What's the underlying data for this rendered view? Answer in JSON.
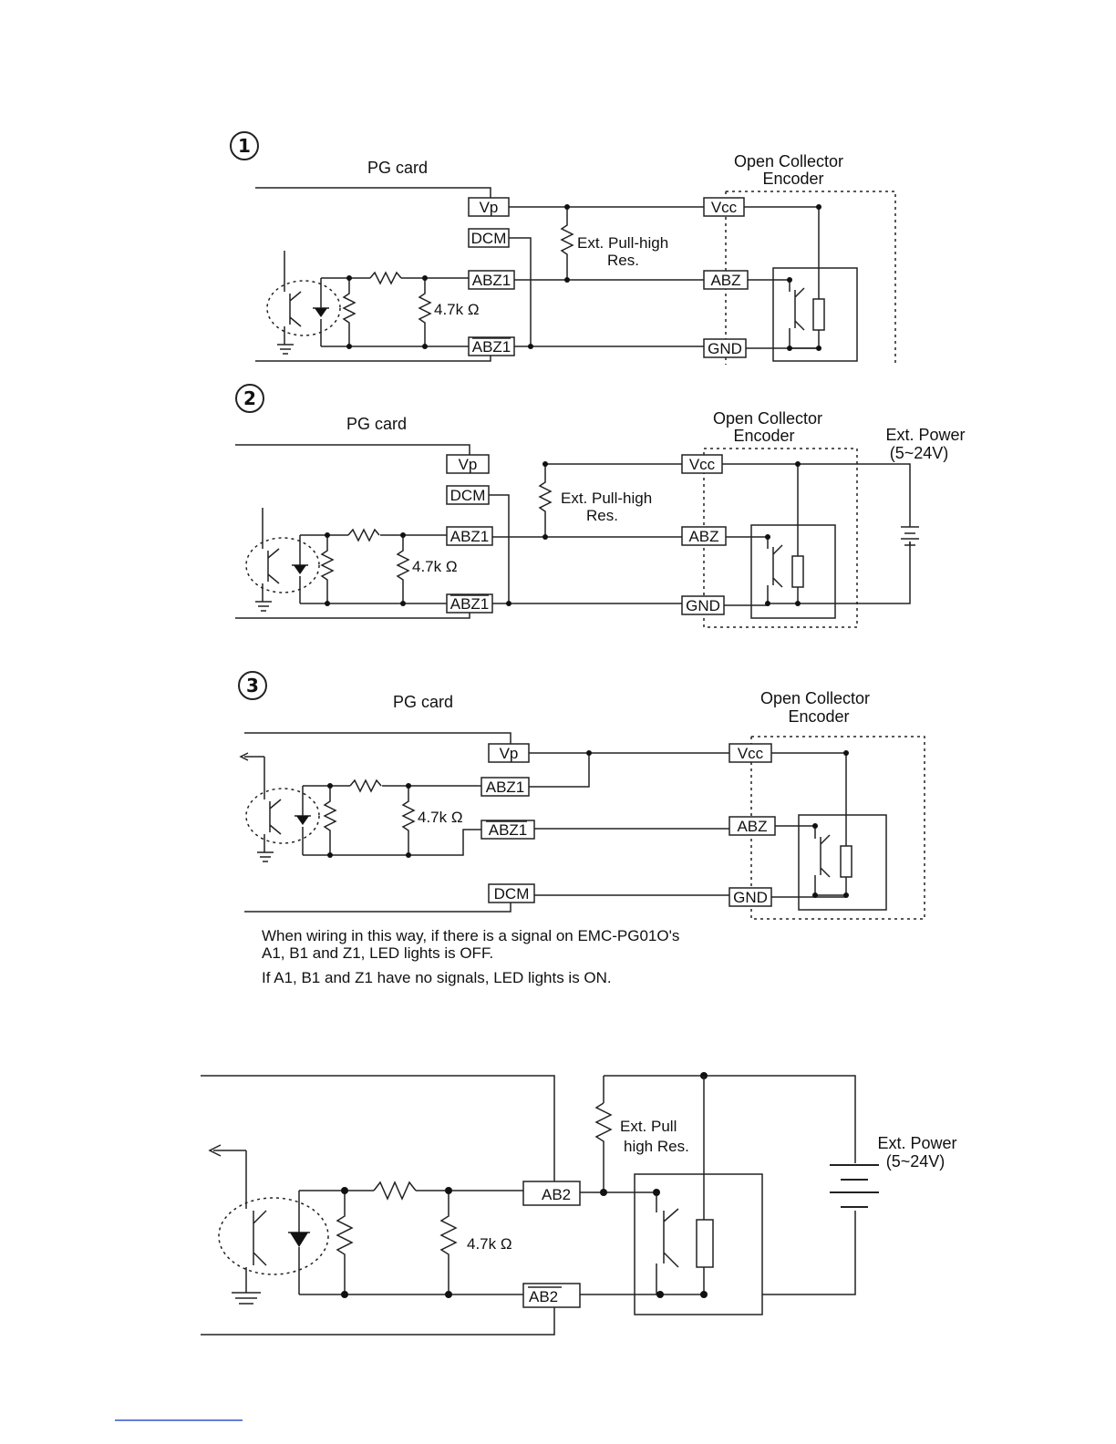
{
  "diagram1": {
    "number": "1",
    "pg_card": "PG card",
    "encoder_title_1": "Open Collector",
    "encoder_title_2": "Encoder",
    "vp": "Vp",
    "dcm": "DCM",
    "abz1": "ABZ1",
    "abz1_bar": "ABZ1",
    "vcc": "Vcc",
    "abz": "ABZ",
    "gnd": "GND",
    "pullhigh_1": "Ext. Pull-high",
    "pullhigh_2": "Res.",
    "resistor": "4.7k Ω"
  },
  "diagram2": {
    "number": "2",
    "pg_card": "PG card",
    "encoder_title_1": "Open Collector",
    "encoder_title_2": "Encoder",
    "ext_power_1": "Ext. Power",
    "ext_power_2": "(5~24V)",
    "vp": "Vp",
    "dcm": "DCM",
    "abz1": "ABZ1",
    "abz1_bar": "ABZ1",
    "vcc": "Vcc",
    "abz": "ABZ",
    "gnd": "GND",
    "pullhigh_1": "Ext. Pull-high",
    "pullhigh_2": "Res.",
    "resistor": "4.7k Ω"
  },
  "diagram3": {
    "number": "3",
    "pg_card": "PG card",
    "encoder_title_1": "Open Collector",
    "encoder_title_2": "Encoder",
    "vp": "Vp",
    "abz1": "ABZ1",
    "abz1_bar": "ABZ1",
    "dcm": "DCM",
    "vcc": "Vcc",
    "abz": "ABZ",
    "gnd": "GND",
    "resistor": "4.7k Ω",
    "note_1": "When wiring in this way, if there is a signal on EMC-PG01O's",
    "note_2": "A1, B1 and Z1, LED lights is OFF.",
    "note_3": "If A1, B1 and Z1 have no signals, LED lights is ON."
  },
  "diagram4": {
    "ab2": "AB2",
    "ab2_bar": "AB2",
    "pull_1": "Ext. Pull",
    "pull_2": "high Res.",
    "resistor": "4.7k Ω",
    "ext_power_1": "Ext. Power",
    "ext_power_2": "(5~24V)"
  }
}
